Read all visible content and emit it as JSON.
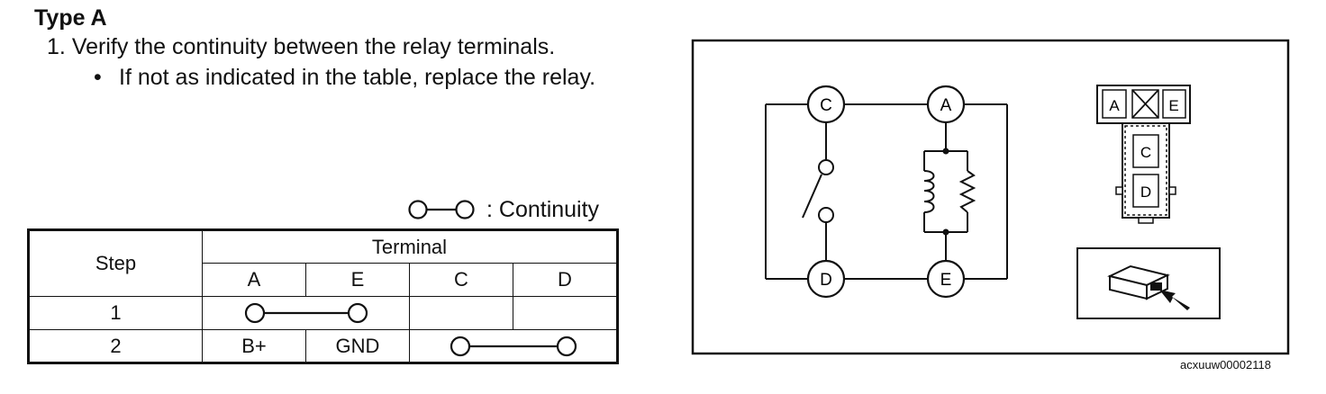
{
  "heading": "Type A",
  "instruction": {
    "number": "1.",
    "text": "Verify the continuity between the relay terminals.",
    "bullet": "If not as indicated in the table, replace the relay."
  },
  "legend": {
    "symbol_text": ": Continuity"
  },
  "table": {
    "step_header": "Step",
    "terminal_header": "Terminal",
    "columns": [
      "A",
      "E",
      "C",
      "D"
    ],
    "rows": [
      {
        "step": "1",
        "continuity": [
          "A",
          "E"
        ],
        "cells": [
          "",
          "",
          "",
          ""
        ]
      },
      {
        "step": "2",
        "continuity": [
          "C",
          "D"
        ],
        "cells": [
          "B+",
          "GND",
          "",
          ""
        ]
      }
    ]
  },
  "diagram": {
    "schematic_terminals": [
      "C",
      "A",
      "D",
      "E"
    ],
    "connector_terminals": [
      "A",
      "E",
      "C",
      "D"
    ],
    "figure_id": "acxuuw00002118"
  }
}
